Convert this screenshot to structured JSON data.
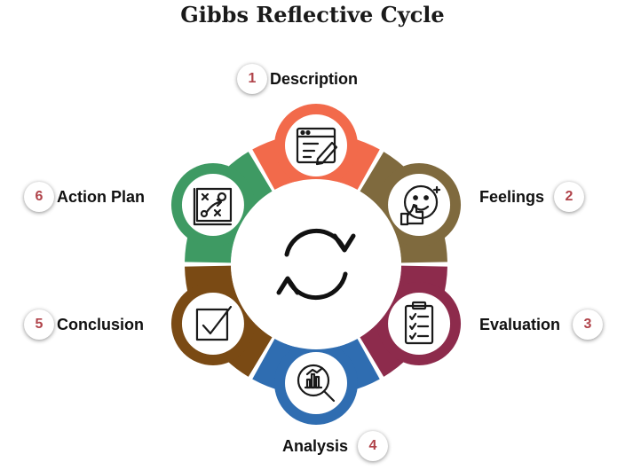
{
  "title": "Gibbs Reflective Cycle",
  "center_icon": "refresh-cycle-icon",
  "steps": [
    {
      "number": "1",
      "label": "Description",
      "color": "#f26a4b",
      "icon": "document-pencil-icon"
    },
    {
      "number": "2",
      "label": "Feelings",
      "color": "#7f6a3e",
      "icon": "smiley-thumbs-up-icon"
    },
    {
      "number": "3",
      "label": "Evaluation",
      "color": "#8d2b4c",
      "icon": "clipboard-checklist-icon"
    },
    {
      "number": "4",
      "label": "Analysis",
      "color": "#2f6db1",
      "icon": "magnifier-chart-icon"
    },
    {
      "number": "5",
      "label": "Conclusion",
      "color": "#7a4a14",
      "icon": "checkbox-tick-icon"
    },
    {
      "number": "6",
      "label": "Action Plan",
      "color": "#3e9a63",
      "icon": "strategy-board-icon"
    }
  ]
}
